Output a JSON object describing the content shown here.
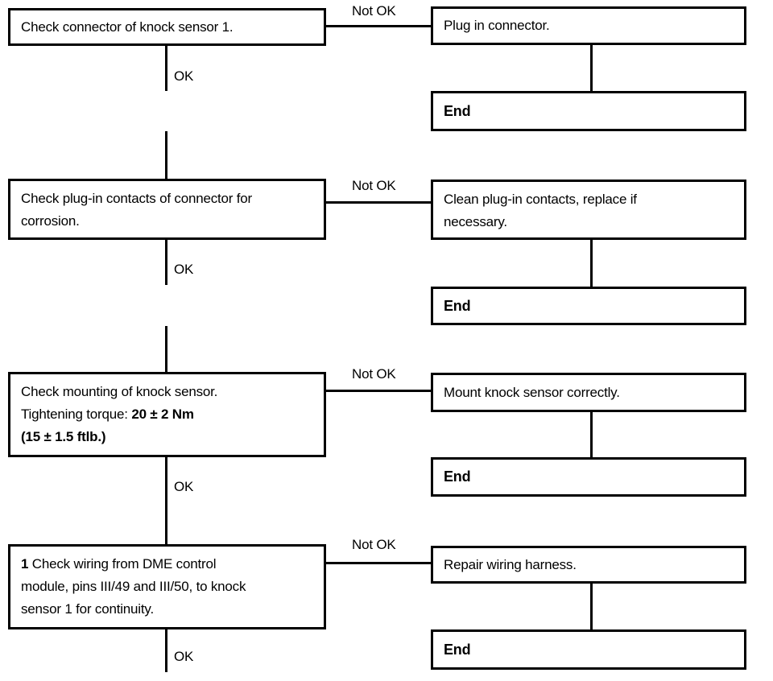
{
  "labels": {
    "ok": "OK",
    "not_ok": "Not OK",
    "end": "End"
  },
  "steps": [
    {
      "check_lines": [
        "Check connector of knock sensor 1."
      ],
      "remedy_lines": [
        "Plug in connector."
      ]
    },
    {
      "check_lines": [
        "Check plug-in contacts of connector for",
        "corrosion."
      ],
      "remedy_lines": [
        "Clean plug-in contacts, replace if",
        "necessary."
      ]
    },
    {
      "check_line1": "Check mounting of knock sensor.",
      "torque_label": "Tightening torque: ",
      "torque_metric": "20 ± 2 Nm",
      "torque_imperial": "(15 ± 1.5 ftlb.)",
      "remedy_lines": [
        "Mount knock sensor correctly."
      ]
    },
    {
      "step_number": "1",
      "check_lines": [
        " Check wiring from DME control",
        "module, pins III/49 and III/50, to knock",
        "sensor 1 for continuity."
      ],
      "remedy_lines": [
        "Repair wiring harness."
      ]
    }
  ]
}
